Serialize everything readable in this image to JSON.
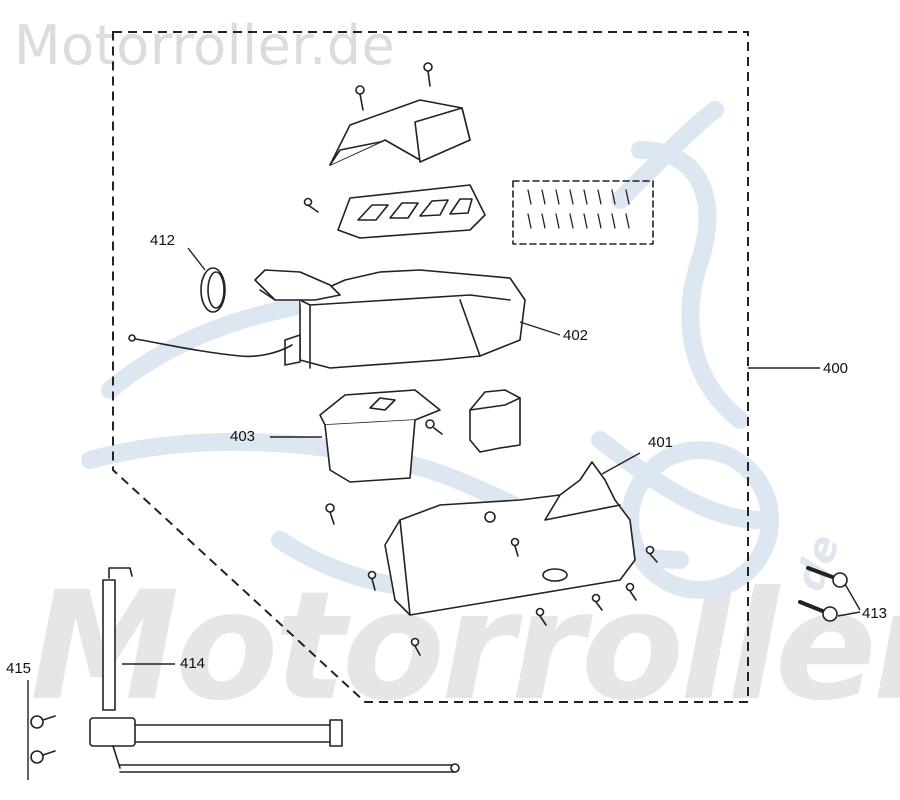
{
  "watermark": {
    "top": "Motorroller.de",
    "bottom": "Motorroller",
    "de": "de"
  },
  "colors": {
    "line": "#222222",
    "watermark_gray": "#dcdcdc",
    "watermark_blue": "#dce7f2"
  },
  "labels": {
    "p400": "400",
    "p401": "401",
    "p402": "402",
    "p403": "403",
    "p412": "412",
    "p413": "413",
    "p414": "414",
    "p415": "415"
  }
}
